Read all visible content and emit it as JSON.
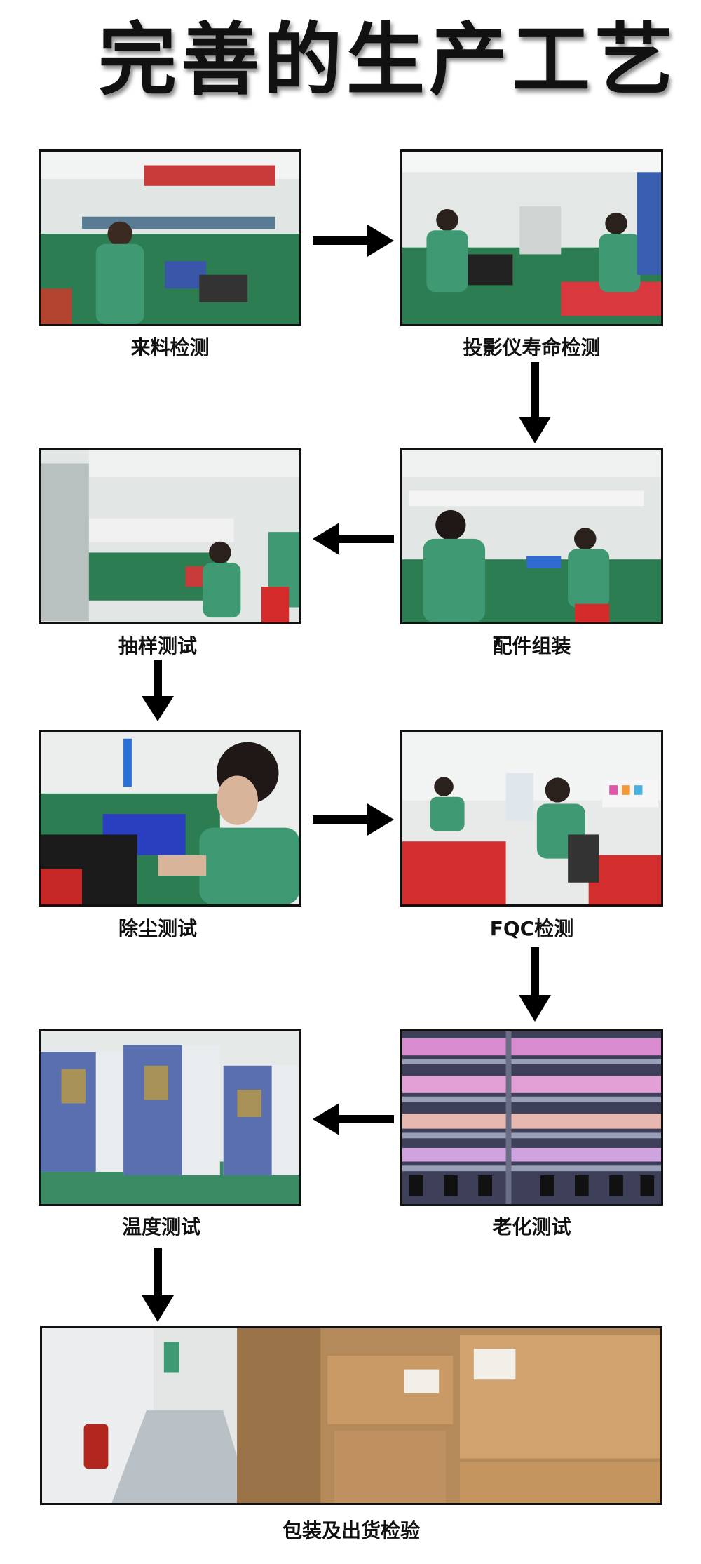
{
  "page_title": "完善的生产工艺",
  "steps": [
    {
      "label": "来料检测",
      "scene": "workbench-inspection"
    },
    {
      "label": "投影仪寿命检测",
      "scene": "production-line"
    },
    {
      "label": "抽样测试",
      "scene": "production-line"
    },
    {
      "label": "配件组装",
      "scene": "production-line"
    },
    {
      "label": "除尘测试",
      "scene": "dust-test-closeup"
    },
    {
      "label": "FQC检测",
      "scene": "fqc-inspection"
    },
    {
      "label": "温度测试",
      "scene": "temperature-chambers"
    },
    {
      "label": "老化测试",
      "scene": "aging-racks"
    },
    {
      "label": "包装及出货检验",
      "scene": "warehouse-boxes"
    }
  ],
  "arrows": [
    "arrow-right",
    "arrow-down",
    "arrow-left",
    "arrow-down",
    "arrow-right",
    "arrow-down",
    "arrow-left",
    "arrow-down"
  ],
  "colors": {
    "uniform": "#2f8f6a",
    "bench": "#2b7a4f",
    "crate": "#d32f2f",
    "arrow": "#000000"
  }
}
